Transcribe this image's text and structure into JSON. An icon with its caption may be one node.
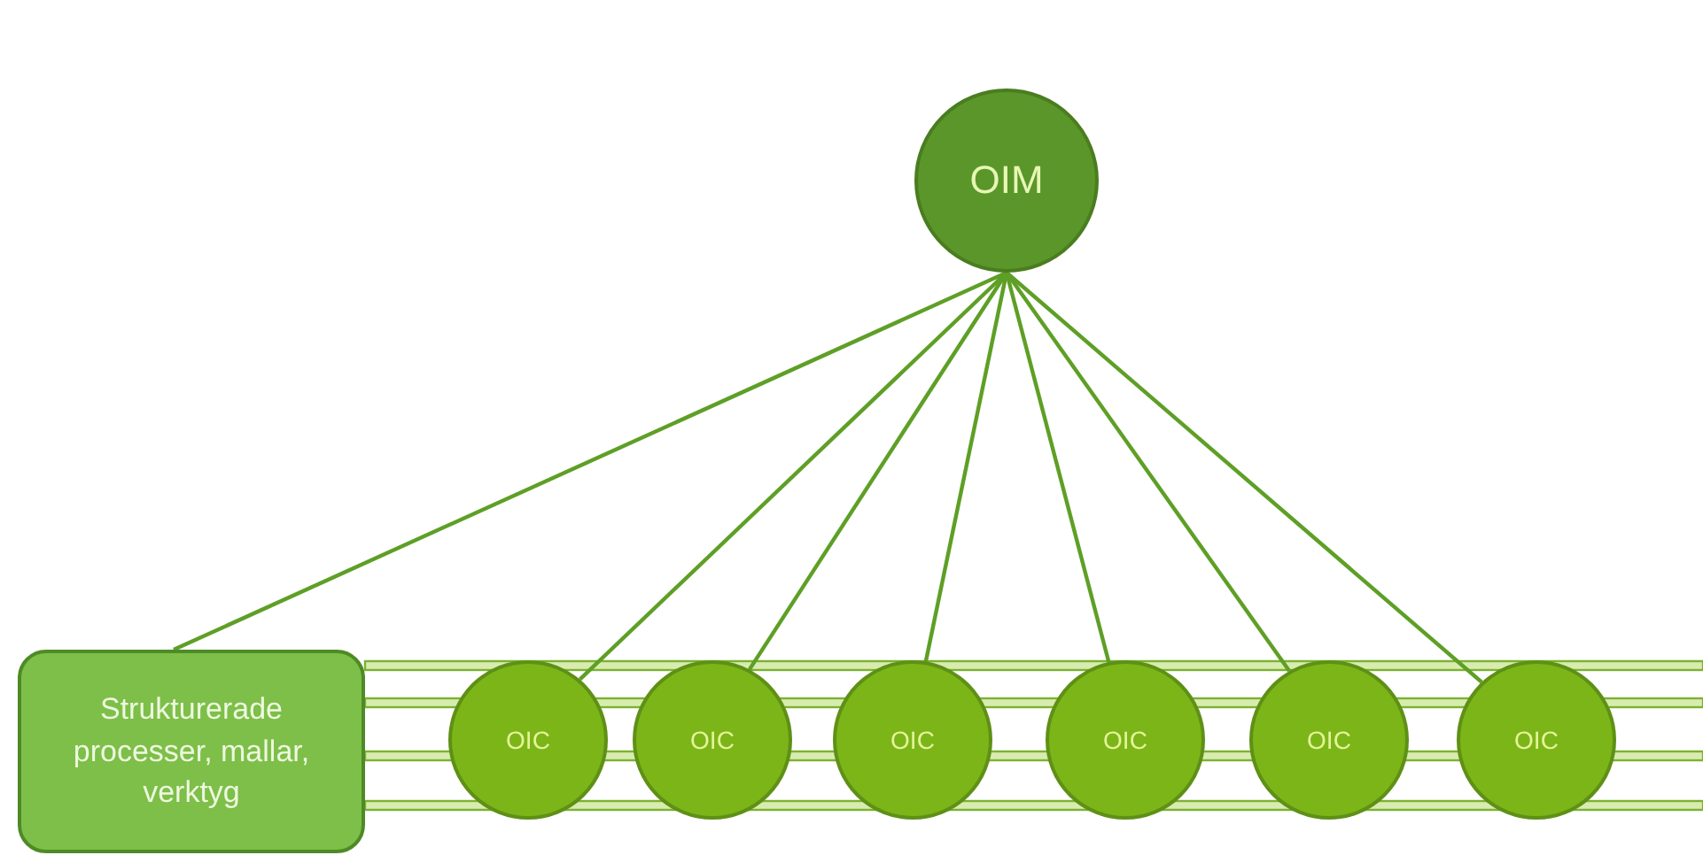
{
  "diagram": {
    "nodes": [
      {
        "text": [
          "OIM"
        ]
      },
      {
        "text": [
          "Strukturerade processer, mallar, verktyg"
        ]
      },
      {
        "text": [
          "OIC"
        ]
      },
      {
        "text": [
          "OIC"
        ]
      },
      {
        "text": [
          "OIC"
        ]
      },
      {
        "text": [
          "OIC"
        ]
      },
      {
        "text": [
          "OIC"
        ]
      },
      {
        "text": [
          "OIC"
        ]
      }
    ],
    "edges": [
      {
        "from": 0,
        "to": 1,
        "arrow": "none"
      },
      {
        "from": 0,
        "to": 2,
        "arrow": "none"
      },
      {
        "from": 0,
        "to": 3,
        "arrow": "none"
      },
      {
        "from": 0,
        "to": 4,
        "arrow": "none"
      },
      {
        "from": 0,
        "to": 5,
        "arrow": "none"
      },
      {
        "from": 0,
        "to": 6,
        "arrow": "none"
      },
      {
        "from": 0,
        "to": 7,
        "arrow": "none"
      }
    ]
  }
}
